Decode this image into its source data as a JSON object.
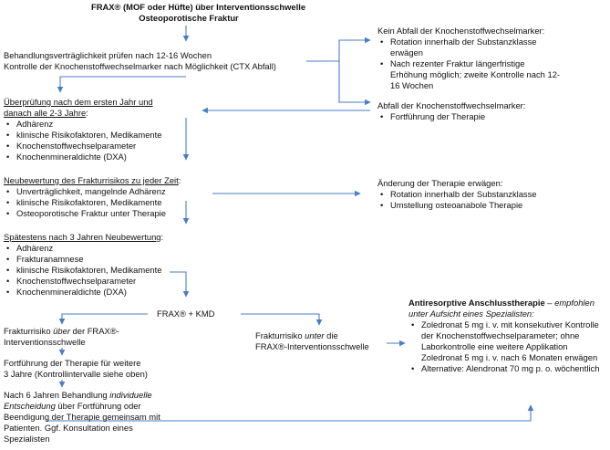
{
  "start": {
    "line1": "FRAX® (MOF oder Hüfte) über Interventionsschwelle",
    "line2": "Osteoporotische Fraktur"
  },
  "treatment": {
    "line1": "Behandlungsverträglichkeit prüfen nach 12-16 Wochen",
    "line2": "Kontrolle der Knochenstoffwechselmarker nach Möglichkeit (CTX Abfall)"
  },
  "no_drop": {
    "title": "Kein Abfall der Knochenstoffwechselmarker:",
    "items": [
      [
        "Rotation innerhalb der Substanzklasse",
        "erwägen"
      ],
      [
        "Nach rezenter Fraktur längerfristige",
        "Erhöhung möglich; zweite Kontrolle nach 12-",
        "16 Wochen"
      ]
    ]
  },
  "drop": {
    "title": "Abfall der Knochenstoffwechselmarker:",
    "items": [
      "Fortführung der Therapie"
    ]
  },
  "review": {
    "title1": "Überprüfung nach dem ersten Jahr und",
    "title2": "danach alle 2-3 Jahre",
    "title_suffix": ":",
    "items": [
      "Adhärenz",
      "klinische Risikofaktoren, Medikamente",
      "Knochenstoffwechselparameter",
      "Knochenmineraldichte (DXA)"
    ]
  },
  "reassess": {
    "title": "Neubewertung des Frakturrisikos zu jeder Zeit",
    "title_suffix": ":",
    "items": [
      "Unverträglichkeit, mangelnde Adhärenz",
      "klinische Risikofaktoren, Medikamente",
      "Osteoporotische Fraktur unter Therapie"
    ]
  },
  "change": {
    "title": "Änderung der Therapie erwägen:",
    "items": [
      "Rotation innerhalb der Substanzklasse",
      "Umstellung osteoanabole Therapie"
    ]
  },
  "three_years": {
    "title": "Spätestens nach 3 Jahren Neubewertung",
    "title_suffix": ":",
    "items": [
      "Adhärenz",
      "Frakturanamnese",
      "klinische Risikofaktoren, Medikamente",
      "Knochenstoffwechselparameter",
      "Knochenmineraldichte (DXA)"
    ]
  },
  "frax_kmd": {
    "label": "FRAX® + KMD"
  },
  "above": {
    "pre": "Frakturrisiko ",
    "em": "über",
    "post": " der FRAX®-",
    "line2": "Interventionsschwelle"
  },
  "continue": {
    "line1": "Fortführung der Therapie für weitere",
    "line2": "3 Jahre (Kontrollintervalle siehe oben)"
  },
  "six_years": {
    "l1_pre": "Nach 6 Jahren Behandlung ",
    "l1_em": "individuelle",
    "l2_em": "Entscheidung",
    "l2_post": " über Fortführung oder",
    "line3": "Beendigung der Therapie gemeinsam mit",
    "line4": "Patienten. Ggf. Konsultation eines",
    "line5": "Spezialisten"
  },
  "below": {
    "pre": "Frakturrisiko ",
    "em": "unter",
    "post": " die",
    "line2": "FRAX®-Interventionsschwelle"
  },
  "antiresorptive": {
    "title": "Antiresorptive Anschlusstherapie",
    "dash": " – ",
    "title_em1": "empfohlen",
    "title_em2": "unter Aufsicht eines Spezialisten:",
    "items": [
      [
        "Zoledronat 5 mg i. v. mit konsekutiver Kontrolle",
        "der Knochenstoffwechselparameter; ohne",
        "Laborkontrolle eine weitere Applikation",
        "Zoledronat 5 mg i. v. nach 6 Monaten erwägen"
      ],
      [
        "Alternative: Alendronat 70 mg p. o. wöchentlich"
      ]
    ]
  },
  "colors": {
    "arrow": "#4a7ec4",
    "text": "#111111"
  }
}
